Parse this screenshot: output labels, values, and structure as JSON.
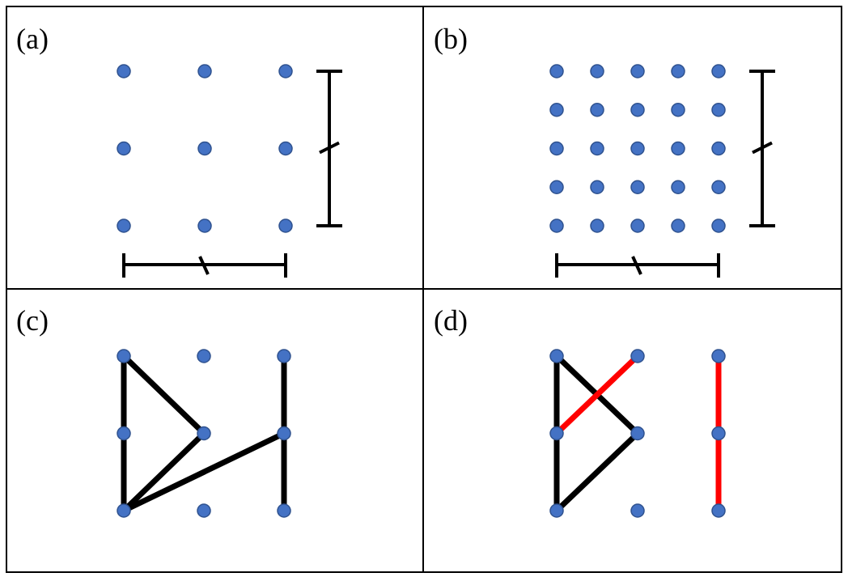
{
  "colors": {
    "dot_fill": "#4472C4",
    "dot_stroke": "#2F528F",
    "edge_black": "#000000",
    "edge_red": "#FF0000"
  },
  "panels": [
    {
      "id": "a",
      "label": "(a)",
      "grid": 3,
      "shows_scale_bars": true
    },
    {
      "id": "b",
      "label": "(b)",
      "grid": 5,
      "shows_scale_bars": true
    },
    {
      "id": "c",
      "label": "(c)",
      "grid": 3,
      "edges": [
        {
          "from": [
            0,
            0
          ],
          "to": [
            0,
            2
          ],
          "color": "black"
        },
        {
          "from": [
            0,
            0
          ],
          "to": [
            1,
            1
          ],
          "color": "black"
        },
        {
          "from": [
            1,
            1
          ],
          "to": [
            0,
            2
          ],
          "color": "black"
        },
        {
          "from": [
            0,
            2
          ],
          "to": [
            2,
            1
          ],
          "color": "black"
        },
        {
          "from": [
            2,
            0
          ],
          "to": [
            2,
            2
          ],
          "color": "black"
        }
      ]
    },
    {
      "id": "d",
      "label": "(d)",
      "grid": 3,
      "edges": [
        {
          "from": [
            0,
            0
          ],
          "to": [
            0,
            2
          ],
          "color": "black"
        },
        {
          "from": [
            0,
            0
          ],
          "to": [
            1,
            1
          ],
          "color": "black"
        },
        {
          "from": [
            1,
            1
          ],
          "to": [
            0,
            2
          ],
          "color": "black"
        },
        {
          "from": [
            0,
            1
          ],
          "to": [
            1,
            0
          ],
          "color": "red"
        },
        {
          "from": [
            2,
            0
          ],
          "to": [
            2,
            2
          ],
          "color": "red"
        }
      ]
    }
  ]
}
